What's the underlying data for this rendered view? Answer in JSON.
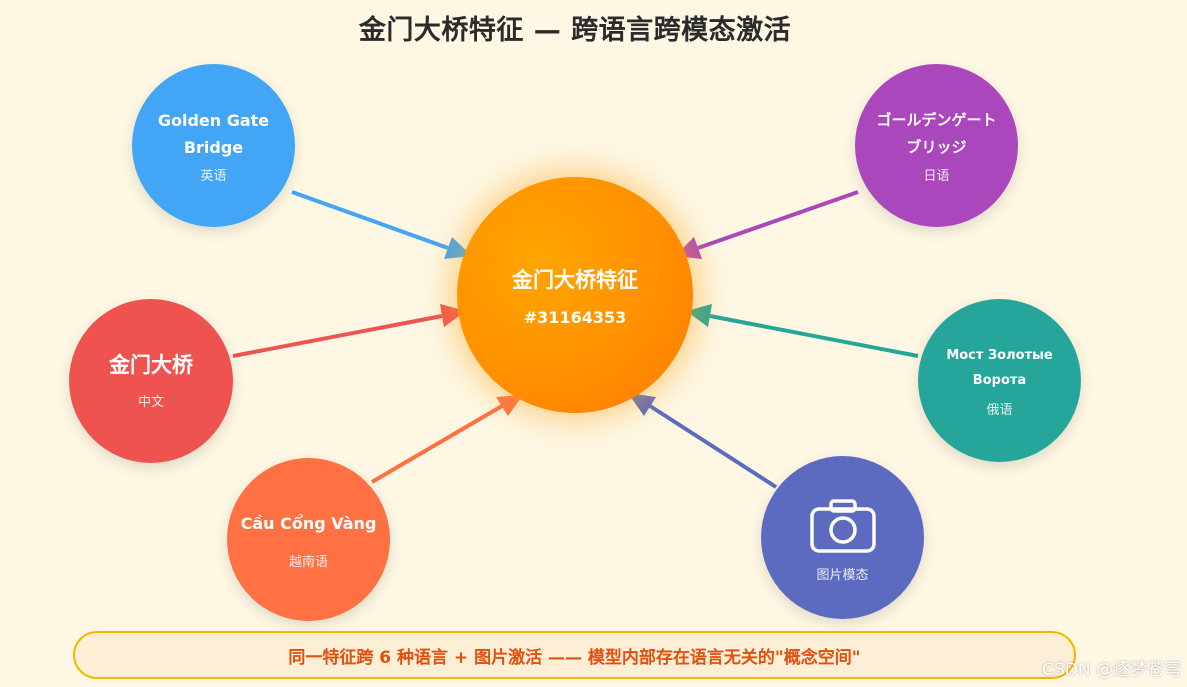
{
  "title": "金门大桥特征 — 跨语言跨模态激活",
  "center": {
    "title": "金门大桥特征",
    "id": "#31164353",
    "color": "#ff9000"
  },
  "nodes": {
    "english": {
      "name_line1": "Golden Gate",
      "name_line2": "Bridge",
      "lang": "英语",
      "color": "#42a5f5"
    },
    "japanese": {
      "name_line1": "ゴールデンゲート",
      "name_line2": "ブリッジ",
      "lang": "日语",
      "color": "#ab47bc"
    },
    "chinese": {
      "name_line1": "金门大桥",
      "lang": "中文",
      "color": "#ef5350"
    },
    "russian": {
      "name_line1": "Мост Золотые",
      "name_line2": "Ворота",
      "lang": "俄语",
      "color": "#26a69a"
    },
    "vietnamese": {
      "name_line1": "Cầu Cổng Vàng",
      "lang": "越南语",
      "color": "#ff7043"
    },
    "image": {
      "icon": "camera-icon",
      "lang": "图片模态",
      "color": "#5c6bc0"
    }
  },
  "footer": "同一特征跨 6 种语言 + 图片激活 —— 模型内部存在语言无关的\"概念空间\"",
  "watermark": "CSDN @逐梦苍穹"
}
